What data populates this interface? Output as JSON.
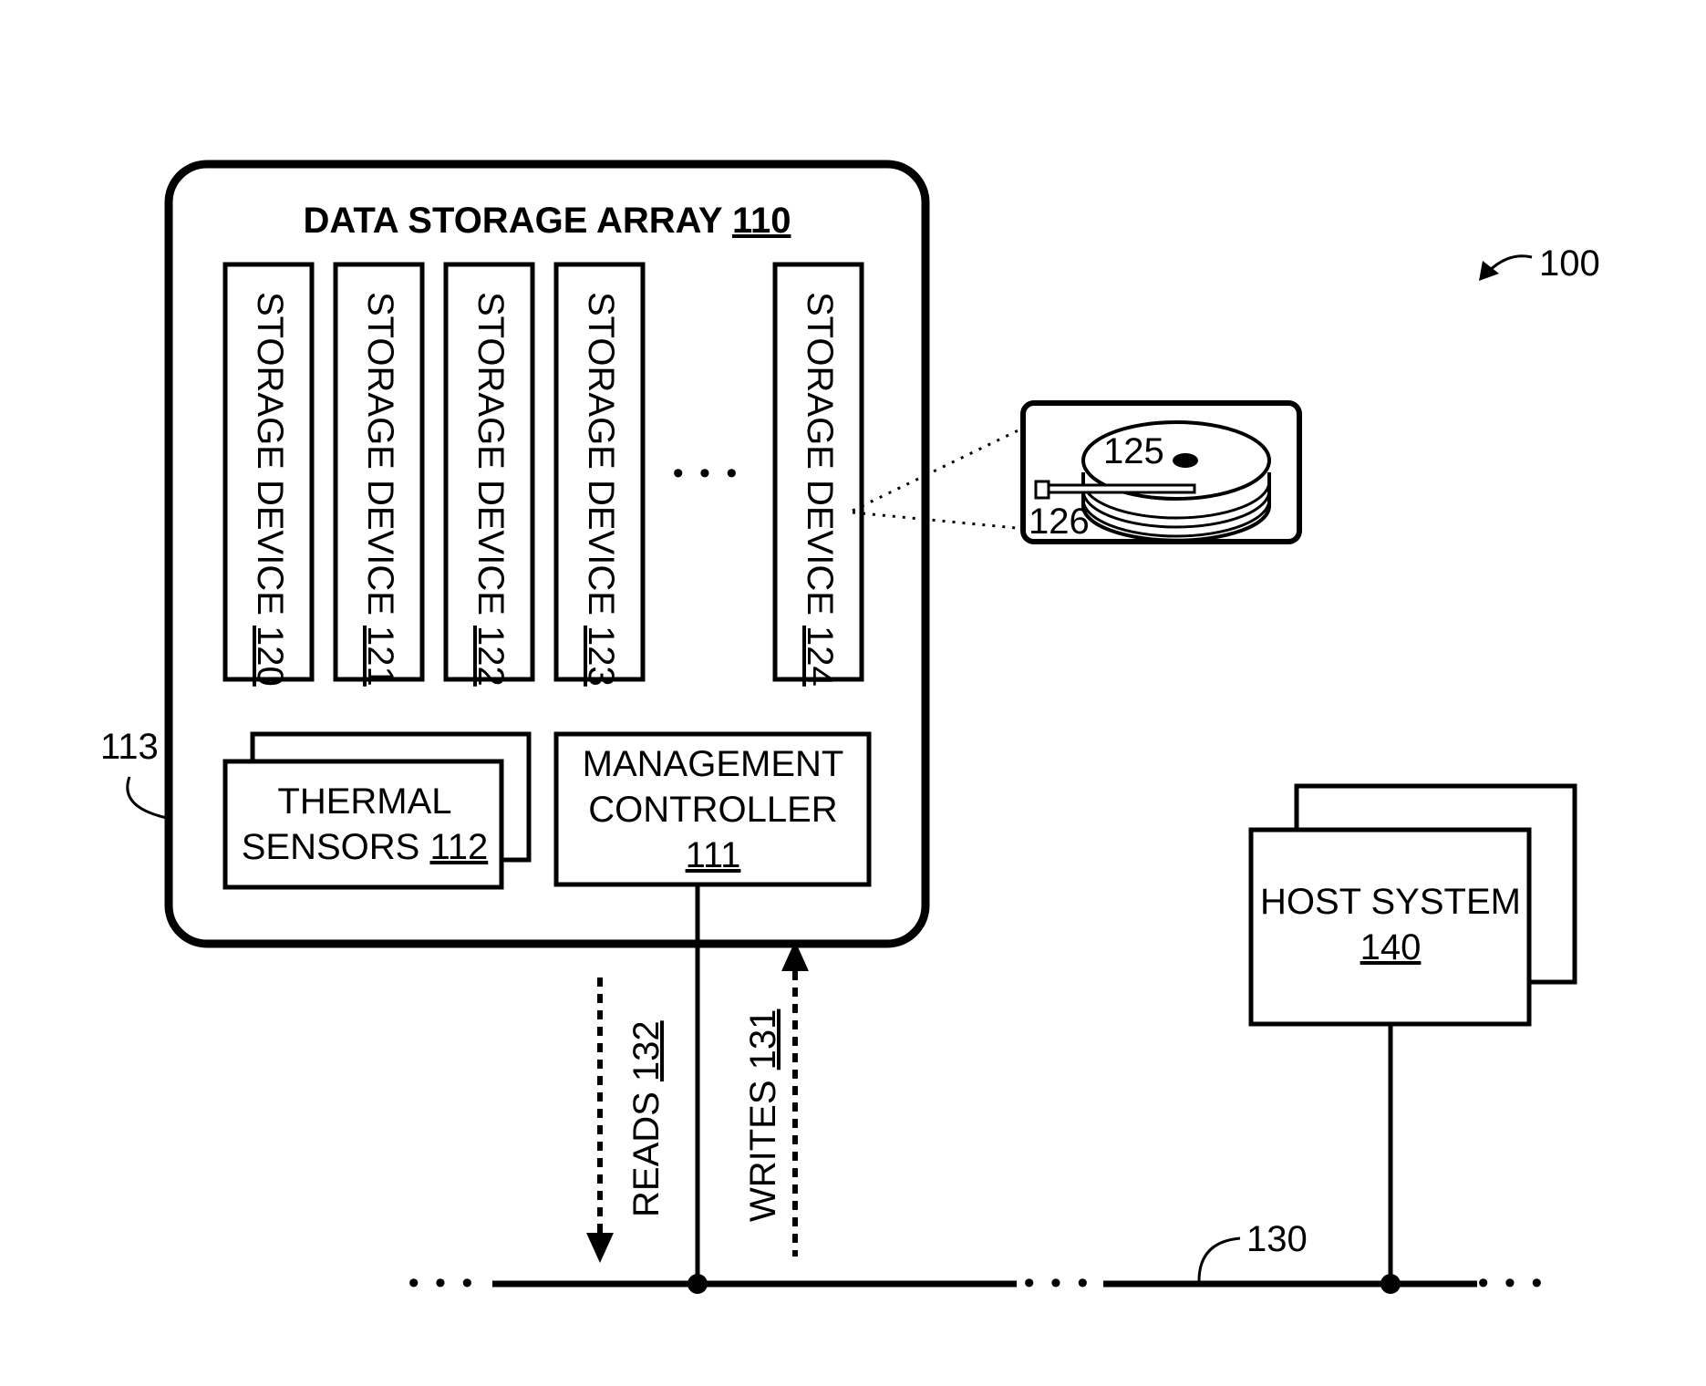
{
  "figure_ref": "100",
  "array": {
    "title": "DATA STORAGE ARRAY ",
    "num": "110",
    "enclosure_ref": "113"
  },
  "devices": [
    {
      "label": "STORAGE DEVICE ",
      "num": "120"
    },
    {
      "label": "STORAGE DEVICE ",
      "num": "121"
    },
    {
      "label": "STORAGE DEVICE ",
      "num": "122"
    },
    {
      "label": "STORAGE DEVICE ",
      "num": "123"
    },
    {
      "label": "STORAGE DEVICE ",
      "num": "124"
    }
  ],
  "ellipsis": "• • •",
  "thermal": {
    "line1": "THERMAL",
    "line2": "SENSORS ",
    "num": "112"
  },
  "mgmt": {
    "line1": "MANAGEMENT",
    "line2": "CONTROLLER",
    "num": "111"
  },
  "disk": {
    "platter_ref": "125",
    "head_ref": "126"
  },
  "reads": {
    "label": "READS ",
    "num": "132"
  },
  "writes": {
    "label": "WRITES ",
    "num": "131"
  },
  "network_ref": "130",
  "host": {
    "line1": "HOST SYSTEM",
    "num": "140"
  },
  "bus_ellipsis": "• • •"
}
